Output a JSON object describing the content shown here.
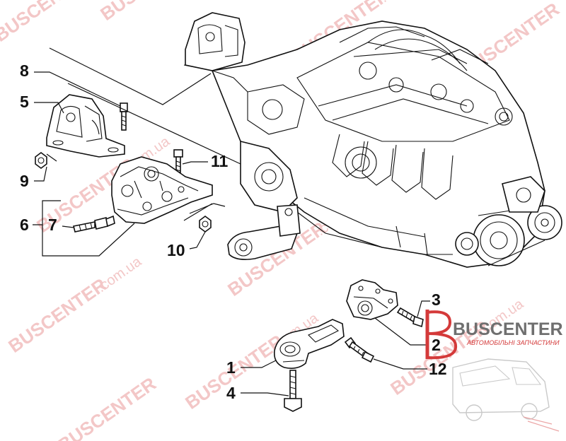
{
  "callouts": [
    {
      "id": "1",
      "label": "1"
    },
    {
      "id": "2",
      "label": "2"
    },
    {
      "id": "3",
      "label": "3"
    },
    {
      "id": "4",
      "label": "4"
    },
    {
      "id": "5",
      "label": "5"
    },
    {
      "id": "6",
      "label": "6"
    },
    {
      "id": "7",
      "label": "7"
    },
    {
      "id": "8",
      "label": "8"
    },
    {
      "id": "9",
      "label": "9"
    },
    {
      "id": "10",
      "label": "10"
    },
    {
      "id": "11",
      "label": "11"
    },
    {
      "id": "12",
      "label": "12"
    }
  ],
  "watermark": {
    "brand": "BUSCENTER",
    "domain": ".com.ua",
    "colors": {
      "watermark": "#f3c7c7",
      "logo_red": "#d43a3a",
      "logo_grey": "#6f6f6f"
    }
  },
  "logo": {
    "name": "BUSCENTER",
    "tagline": "АВТОМОБІЛЬНІ ЗАПЧАСТИНИ"
  }
}
